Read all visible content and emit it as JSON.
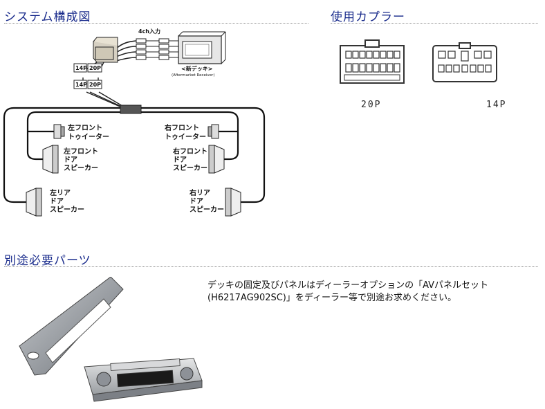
{
  "sections": {
    "system": {
      "title": "システム構成図"
    },
    "connector": {
      "title": "使用カプラー"
    },
    "parts": {
      "title": "別途必要パーツ"
    }
  },
  "diagram": {
    "input_label": "4ch入力",
    "deck_label": "<新デッキ>",
    "deck_sub": "(Aftermarket Receiver)",
    "conn_top_a": "14P",
    "conn_top_b": "20P",
    "conn_bot_a": "14P",
    "conn_bot_b": "20P",
    "speakers": {
      "lf_tweeter": [
        "左フロント",
        "トゥイーター"
      ],
      "rf_tweeter": [
        "右フロント",
        "トゥイーター"
      ],
      "lf_door": [
        "左フロント",
        "ドア",
        "スピーカー"
      ],
      "rf_door": [
        "右フロント",
        "ドア",
        "スピーカー"
      ],
      "lr_door": [
        "左リア",
        "ドア",
        "スピーカー"
      ],
      "rr_door": [
        "右リア",
        "ドア",
        "スピーカー"
      ]
    }
  },
  "connectors": {
    "p20_label": "20P",
    "p14_label": "14P"
  },
  "parts_text": "デッキの固定及びパネルはディーラーオプションの「AVパネルセット(H6217AG902SC)」をディーラー等で別途お求めください。",
  "colors": {
    "heading": "#1a2c8c",
    "rule": "#8a8a8a"
  }
}
